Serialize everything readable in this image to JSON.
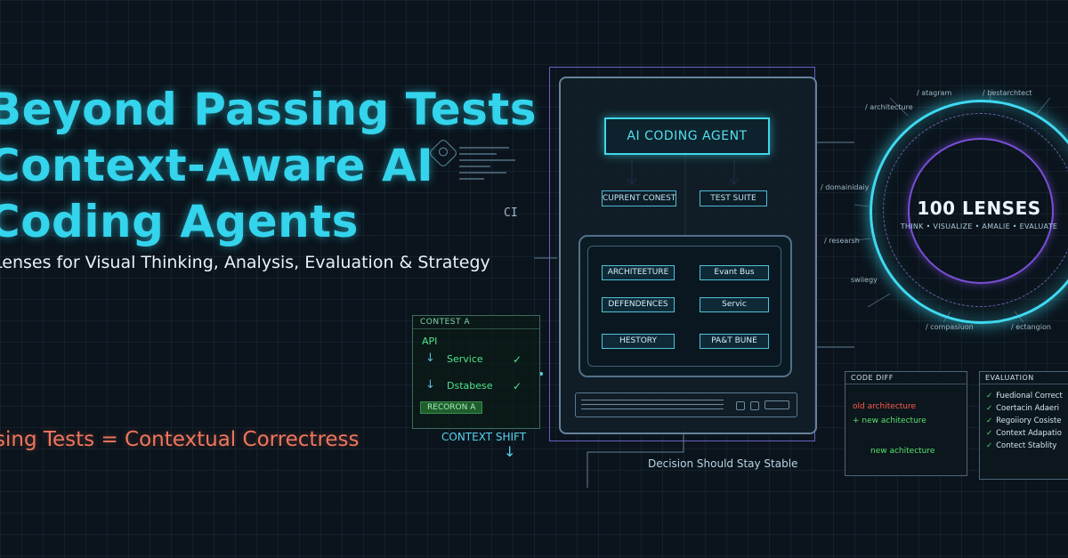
{
  "headline": {
    "lines": [
      "Beyond Passing Tests",
      "Context-Aware AI",
      "Coding Agents"
    ],
    "subtitle": "Lenses for Visual Thinking, Analysis, Evaluation & Strategy",
    "tagline": "sing Tests = Contextual Correctress"
  },
  "ci_label": "CI",
  "context_panel": {
    "title": "CONTEST A",
    "api": "API",
    "service": "Service",
    "database": "Dstabese",
    "arrow": "↓",
    "check": "✓",
    "recorded": "RECORON A"
  },
  "context_shift": {
    "label": "CONTEXT SHIFT",
    "arrow": "↓"
  },
  "agent": {
    "title": "AI CODING AGENT",
    "current_context": "CUPRENT CONEST",
    "test_suite": "TEST SUITE"
  },
  "screen_nodes": {
    "architecture": "ARCHITEETURE",
    "event_bus": "Evant Bus",
    "dependencies": "DEFENDENCES",
    "service": "Servic",
    "history": "HESTORY",
    "part_bune": "PA&T BUNE"
  },
  "decision": "Decision Should Stay Stable",
  "lens_circle": {
    "count": "100 LENSES",
    "sub": "THINK • VISUALIZE • AMALIE • EVALUATE",
    "labels": {
      "diagram": "/ atagram",
      "bestarchitect": "/ bestarchtect",
      "architecture": "/ architecture",
      "domain": "/ domainidaiy",
      "research": "/ researsh",
      "strategy": "swiiegy",
      "composition": "/ compasiuon",
      "ectangion": "/ ectangion"
    }
  },
  "code_diff": {
    "title": "CODE DIFF",
    "old": "old architecture",
    "new1": "+ new achitecture",
    "new2": "new achitecture"
  },
  "evaluation": {
    "title": "EVALUATION",
    "check": "✓",
    "items": [
      "Fuedional Correct",
      "Coertacin Adaeri",
      "Regoiiory Cosiste",
      "Context Adapatio",
      "Contect Stablity"
    ]
  },
  "colors": {
    "background": "#0b141c",
    "cyan_accent": "#33d4ec",
    "purple_accent": "#7a4fd8",
    "coral_tagline": "#f0765d",
    "green_ok": "#4ee48b",
    "red_old": "#ff5a4a"
  }
}
